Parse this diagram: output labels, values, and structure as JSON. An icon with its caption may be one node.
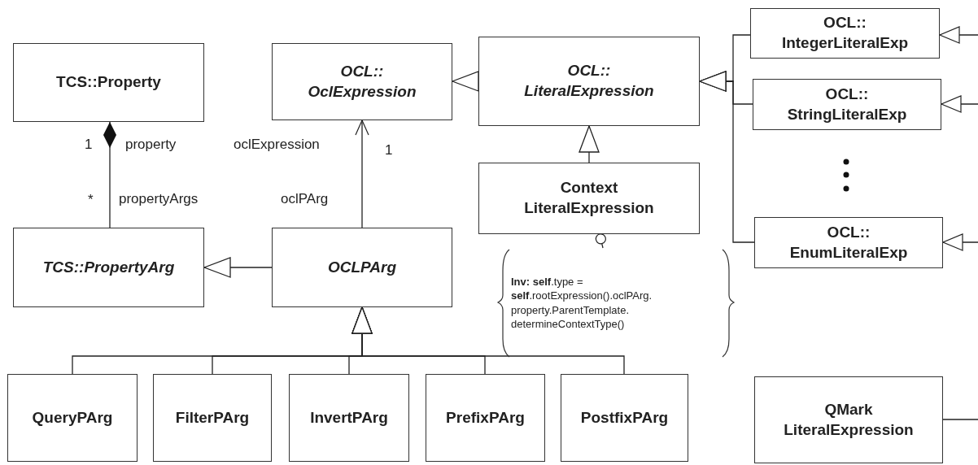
{
  "diagram": {
    "nodes": [
      {
        "text": [
          "TCS::Property"
        ]
      },
      {
        "text": [
          "OCL:: OclExpression"
        ]
      },
      {
        "text": [
          "OCL:: LiteralExpression"
        ]
      },
      {
        "text": [
          "OCL:: IntegerLiteralExp"
        ]
      },
      {
        "text": [
          "OCL:: StringLiteralExp"
        ]
      },
      {
        "text": [
          "OCL:: EnumLiteralExp"
        ]
      },
      {
        "text": [
          "Context LiteralExpression"
        ]
      },
      {
        "text": [
          "TCS::PropertyArg"
        ]
      },
      {
        "text": [
          "OCLPArg"
        ]
      },
      {
        "text": [
          "**Inv:** **self**.type = **self**.rootExpression().oclPArg. property.ParentTemplate. determineContextType()"
        ]
      },
      {
        "text": [
          "QueryPArg"
        ]
      },
      {
        "text": [
          "FilterPArg"
        ]
      },
      {
        "text": [
          "InvertPArg"
        ]
      },
      {
        "text": [
          "PrefixPArg"
        ]
      },
      {
        "text": [
          "PostfixPArg"
        ]
      },
      {
        "text": [
          "QMark LiteralExpression"
        ]
      }
    ],
    "edges": [
      {
        "from": 7,
        "to": 0,
        "arrow": "other"
      },
      {
        "from": 8,
        "to": 1,
        "arrow": "to"
      },
      {
        "from": 8,
        "to": 7,
        "arrow": "to"
      },
      {
        "from": 2,
        "to": 1,
        "arrow": "to"
      },
      {
        "from": 6,
        "to": 2,
        "arrow": "to"
      },
      {
        "from": 3,
        "to": 2,
        "arrow": "to"
      },
      {
        "from": 4,
        "to": 2,
        "arrow": "to"
      },
      {
        "from": 5,
        "to": 2,
        "arrow": "to"
      },
      {
        "from": 9,
        "to": 6,
        "arrow": "other",
        "style": "dashed"
      },
      {
        "from": 10,
        "to": 8,
        "arrow": "to"
      },
      {
        "from": 11,
        "to": 8,
        "arrow": "to"
      },
      {
        "from": 12,
        "to": 8,
        "arrow": "to"
      },
      {
        "from": 13,
        "to": 8,
        "arrow": "to"
      },
      {
        "from": 14,
        "to": 8,
        "arrow": "to"
      },
      {
        "from": null,
        "to": 3,
        "arrow": "to"
      },
      {
        "from": null,
        "to": 4,
        "arrow": "to"
      },
      {
        "from": null,
        "to": 5,
        "arrow": "to"
      },
      {
        "from": 15,
        "to": null,
        "arrow": "none"
      }
    ],
    "labels": [
      "1",
      "property",
      "*",
      "propertyArgs",
      "oclExpression",
      "1",
      "oclPArg"
    ]
  }
}
